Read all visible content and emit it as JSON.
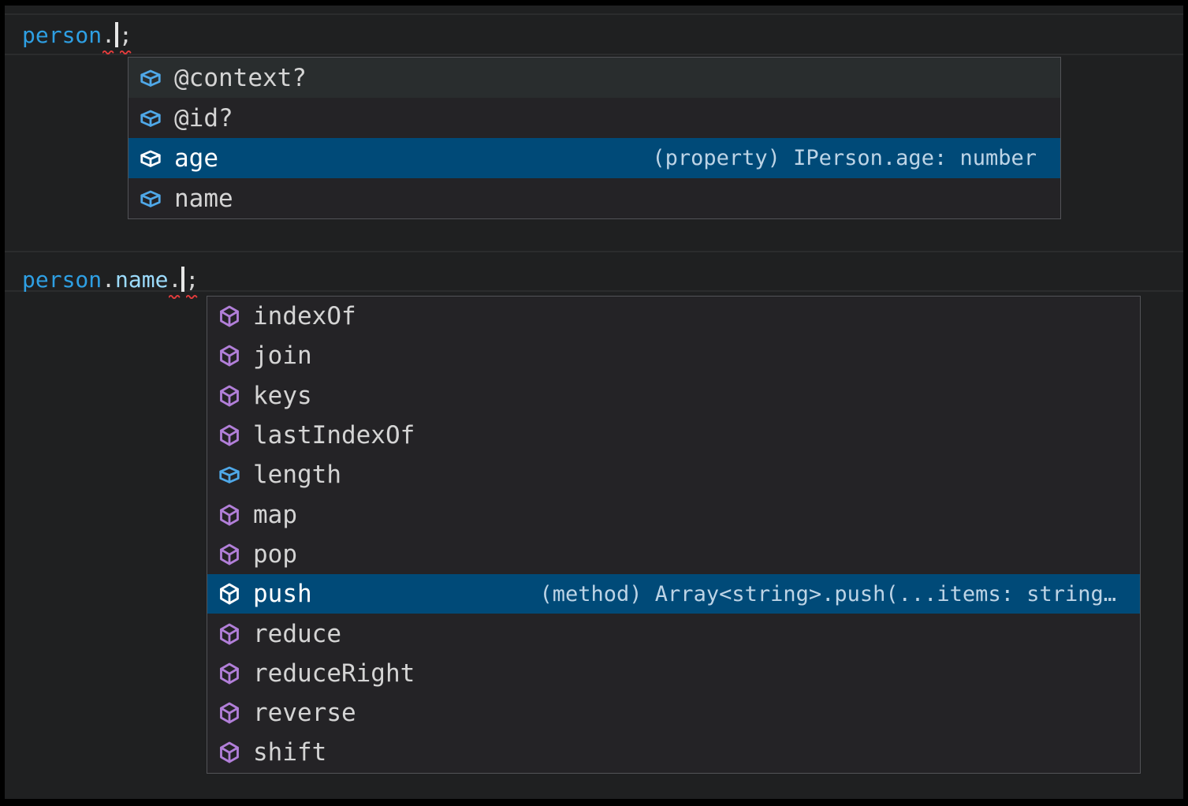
{
  "editor": {
    "line1": {
      "variable": "person",
      "dot": ".",
      "semicolon": ";"
    },
    "line2": {
      "variable": "person",
      "dot1": ".",
      "property": "name",
      "dot2": ".",
      "semicolon": ";"
    }
  },
  "suggest1": {
    "items": [
      {
        "label": "@context?",
        "kind": "field",
        "state": "hover",
        "detail": ""
      },
      {
        "label": "@id?",
        "kind": "field",
        "detail": ""
      },
      {
        "label": "age",
        "kind": "field",
        "state": "selected",
        "detail": "(property) IPerson.age: number"
      },
      {
        "label": "name",
        "kind": "field",
        "detail": ""
      }
    ]
  },
  "suggest2": {
    "items": [
      {
        "label": "indexOf",
        "kind": "method",
        "detail": ""
      },
      {
        "label": "join",
        "kind": "method",
        "detail": ""
      },
      {
        "label": "keys",
        "kind": "method",
        "detail": ""
      },
      {
        "label": "lastIndexOf",
        "kind": "method",
        "detail": ""
      },
      {
        "label": "length",
        "kind": "field",
        "detail": ""
      },
      {
        "label": "map",
        "kind": "method",
        "detail": ""
      },
      {
        "label": "pop",
        "kind": "method",
        "detail": ""
      },
      {
        "label": "push",
        "kind": "method",
        "state": "selected",
        "detail": "(method) Array<string>.push(...items: string…"
      },
      {
        "label": "reduce",
        "kind": "method",
        "detail": ""
      },
      {
        "label": "reduceRight",
        "kind": "method",
        "detail": ""
      },
      {
        "label": "reverse",
        "kind": "method",
        "detail": ""
      },
      {
        "label": "shift",
        "kind": "method",
        "detail": ""
      }
    ]
  },
  "colors": {
    "editor-bg": "#1f2021",
    "popup-bg": "#242326",
    "popup-border": "#525357",
    "hover-bg": "#292d2e",
    "selected-bg": "#004a78",
    "label": "#d4d4d4",
    "detail": "#bdd4e6",
    "icon-field": "#4fa8e8",
    "icon-method": "#b27fd9",
    "person": "#2e9fe3",
    "name": "#9cdcfe",
    "punct": "#d4d4d4",
    "squiggle": "#e23c3c",
    "caret": "#e6e6e6",
    "seam": "#2b2c2d"
  }
}
